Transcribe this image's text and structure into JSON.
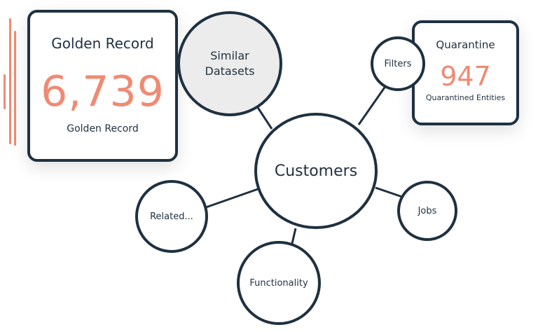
{
  "golden_record": {
    "title": "Golden Record",
    "value": "6,739",
    "caption": "Golden Record"
  },
  "quarantine": {
    "title": "Quarantine",
    "value": "947",
    "caption": "Quarantined Entities"
  },
  "graph": {
    "center": "Customers",
    "nodes": {
      "similar_line1": "Similar",
      "similar_line2": "Datasets",
      "filters": "Filters",
      "jobs": "Jobs",
      "functionality": "Functionality",
      "related": "Related..."
    }
  },
  "colors": {
    "accent": "#f08a72",
    "outline": "#1f3140",
    "muted_fill": "#ececec"
  }
}
